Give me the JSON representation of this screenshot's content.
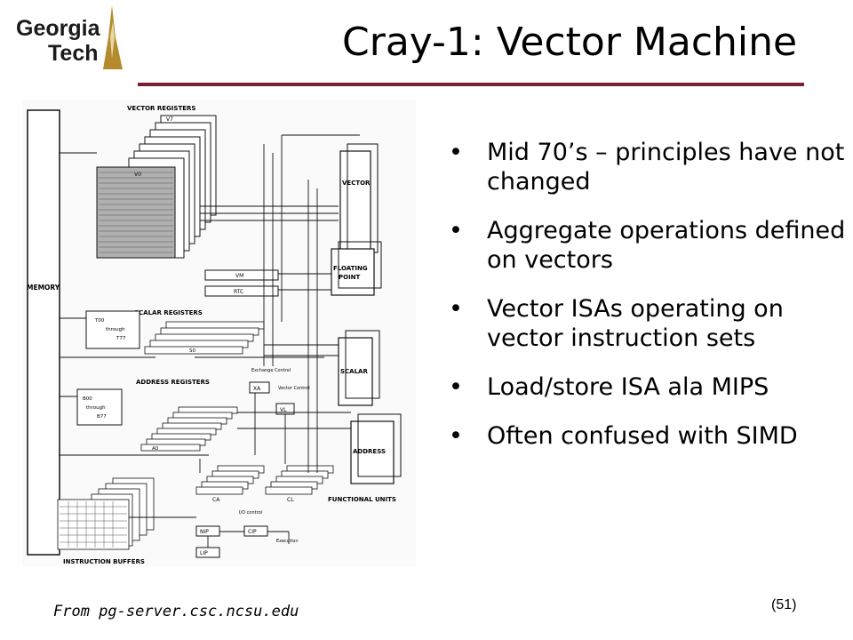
{
  "slide": {
    "logo_text_line1": "Georgia",
    "logo_text_line2": "Tech",
    "title": "Cray-1: Vector Machine",
    "accent_color": "#7b2033",
    "bullets": [
      "Mid 70’s – principles have not changed",
      "Aggregate operations defined on vectors",
      "Vector ISAs operating on vector instruction sets",
      "Load/store ISA ala MIPS",
      "Often confused with SIMD"
    ],
    "source": "From pg-server.csc.ncsu.edu",
    "page_number": "(51)"
  },
  "diagram": {
    "memory": "MEMORY",
    "vector_registers": "VECTOR REGISTERS",
    "scalar_registers": "SCALAR REGISTERS",
    "address_registers": "ADDRESS REGISTERS",
    "instruction_buffers": "INSTRUCTION BUFFERS",
    "functional_units": "FUNCTIONAL UNITS",
    "vector_unit": "VECTOR",
    "floating_unit_1": "FLOATING",
    "floating_unit_2": "POINT",
    "scalar_unit": "SCALAR",
    "address_unit": "ADDRESS",
    "t_range_1": "T00",
    "t_range_2": "through",
    "t_range_3": "T77",
    "b_range_1": "B00",
    "b_range_2": "through",
    "b_range_3": "B77",
    "vm": "VM",
    "rtc": "RTC",
    "xa": "XA",
    "vl": "VL",
    "ca": "CA",
    "cl": "CL",
    "nip": "NIP",
    "lip": "LIP",
    "cip": "CIP",
    "exchange_control": "Exchange Control",
    "vector_control": "Vector Control",
    "io_control": "I/O control",
    "execution": "Execution",
    "v0": "V0",
    "v7": "V7",
    "s0": "S0",
    "a0": "A0"
  }
}
